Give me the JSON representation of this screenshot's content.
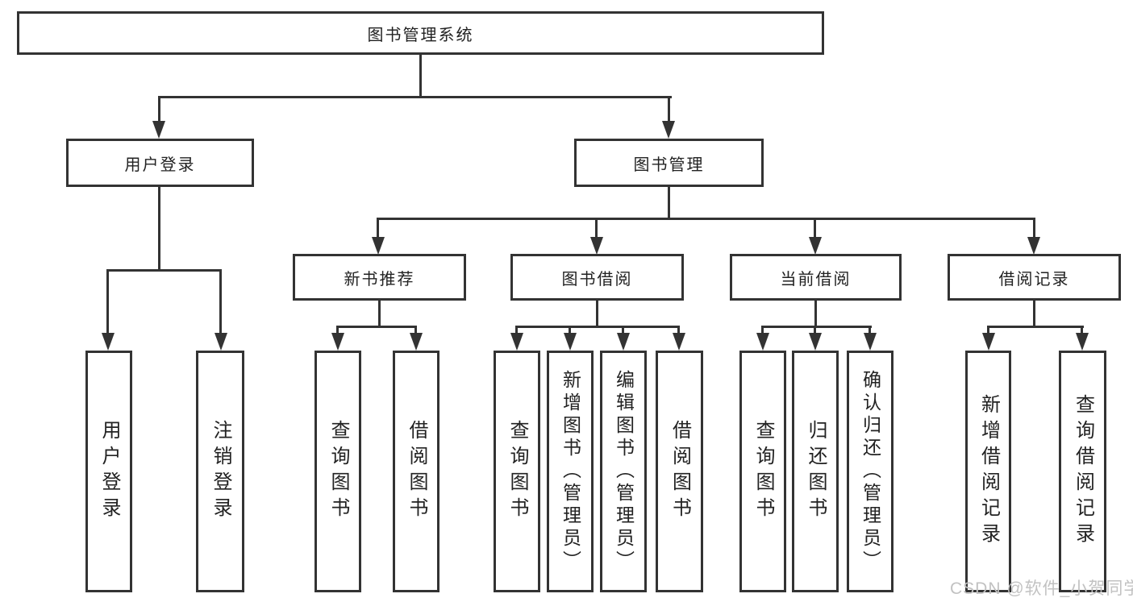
{
  "diagram": {
    "title": "图书管理系统",
    "level2": {
      "user_login": "用户登录",
      "book_mgmt": "图书管理"
    },
    "level3": {
      "new_book_rec": "新书推荐",
      "book_borrow": "图书借阅",
      "current_borrow": "当前借阅",
      "borrow_records": "借阅记录"
    },
    "leaves": {
      "user_login": [
        "用户登录",
        "注销登录"
      ],
      "new_book_rec": [
        "查询图书",
        "借阅图书"
      ],
      "book_borrow": [
        "查询图书",
        "新增图书（管理员）",
        "编辑图书（管理员）",
        "借阅图书"
      ],
      "current_borrow": [
        "查询图书",
        "归还图书",
        "确认归还（管理员）"
      ],
      "borrow_records": [
        "新增借阅记录",
        "查询借阅记录"
      ]
    },
    "watermark": "CSDN @软件_小贺同学",
    "colors": {
      "line": "#333333",
      "text": "#222222",
      "watermark": "#c2c2c2",
      "background": "#ffffff"
    }
  }
}
